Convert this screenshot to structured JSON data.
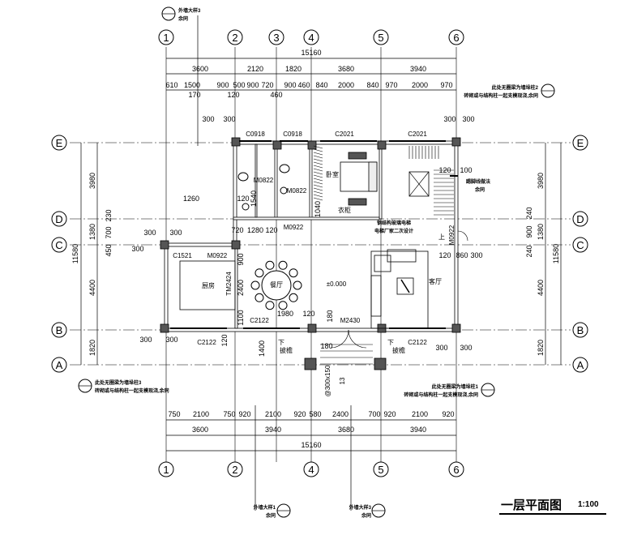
{
  "title": "一层平面图",
  "scale": "1:100",
  "axes_vertical": [
    "1",
    "2",
    "3",
    "4",
    "5",
    "6"
  ],
  "axes_vertical_bottom": [
    "1",
    "2",
    "4",
    "5",
    "6"
  ],
  "axes_horizontal": [
    "E",
    "D",
    "C",
    "B",
    "A"
  ],
  "dims_top": {
    "total": "15160",
    "bays": [
      "3600",
      "2120",
      "1820",
      "3680",
      "3940"
    ],
    "detail": [
      "610",
      "1500",
      "900",
      "500",
      "900",
      "720",
      "900",
      "460",
      "840",
      "2000",
      "840",
      "970",
      "2000",
      "970"
    ],
    "small": [
      "170",
      "120",
      "460"
    ]
  },
  "dims_bottom": {
    "total": "15160",
    "bays": [
      "3600",
      "3940",
      "3680",
      "3940"
    ],
    "detail": [
      "750",
      "2100",
      "750",
      "920",
      "2100",
      "920",
      "580",
      "2400",
      "700",
      "920",
      "2100",
      "920"
    ]
  },
  "dims_left": {
    "total": "11580",
    "bays": [
      "3980",
      "1380",
      "4400",
      "1820"
    ],
    "detail": [
      "230",
      "700",
      "450"
    ]
  },
  "dims_right": {
    "total": "11580",
    "bays": [
      "3980",
      "1380",
      "4400",
      "1820"
    ],
    "detail": [
      "240",
      "900",
      "240"
    ]
  },
  "openings": [
    "C0918",
    "C0918",
    "C2021",
    "C2021",
    "M0822",
    "M0822",
    "M0922",
    "M0922",
    "M0922",
    "C1521",
    "TM2424",
    "C2122",
    "C2122",
    "C2122",
    "M2430"
  ],
  "inner_dims": [
    "300",
    "300",
    "300",
    "300",
    "1540",
    "1040",
    "1260",
    "120",
    "720",
    "1280",
    "120",
    "1980",
    "120",
    "2400",
    "900",
    "1100",
    "1400",
    "180",
    "120",
    "180",
    "120",
    "100",
    "120",
    "860",
    "300",
    "300",
    "300",
    "300",
    "300",
    "300",
    "300",
    "300"
  ],
  "rooms": {
    "bedroom": "卧室",
    "closet": "衣柜",
    "kitchen": "厨房",
    "dining": "餐厅",
    "living": "客厅",
    "canopy_left": "披檐",
    "canopy_right": "披檐",
    "down_left": "下",
    "down_right": "下",
    "up": "上"
  },
  "elevation": "±0.000",
  "step_note": "@300x150",
  "step_count": "13",
  "elevator_note": [
    "钢结构玻璃电梯",
    "电梯厂家二次设计"
  ],
  "baseboard_note": [
    "踢脚线做法",
    "余同"
  ],
  "callouts": {
    "top_wall": [
      "外墙大样3",
      "余同"
    ],
    "bottom_wall1": [
      "外墙大样1",
      "余同"
    ],
    "bottom_wall3": [
      "外墙大样3",
      "余同"
    ],
    "left_col": [
      "此处无圈梁为墙垛柱3",
      "砖砌或与结构柱一起支模现浇,余同"
    ],
    "right_col_top": [
      "此处无圈梁为墙垛柱2",
      "砖砌或与结构柱一起支模现浇,余同"
    ],
    "right_col_bottom": [
      "此处无圈梁为墙垛柱1",
      "砖砌或与结构柱一起支模现浇,余同"
    ]
  }
}
